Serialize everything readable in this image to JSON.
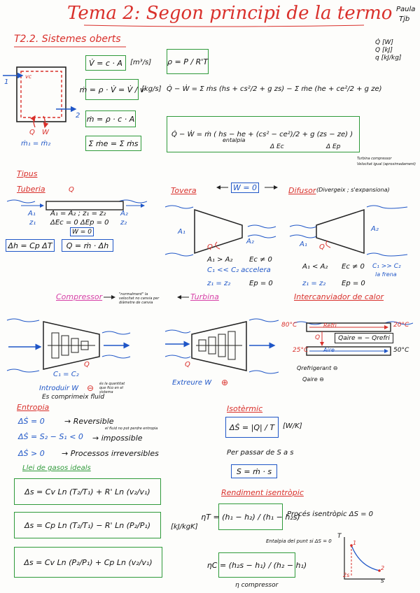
{
  "header": {
    "title": "Tema 2: Segon principi de la termo",
    "author_line1": "Paula",
    "author_line2": "Tjb"
  },
  "section_open": {
    "heading": "T2.2. Sistemes oberts",
    "units": [
      "Q̇ [W]",
      "Q [kJ]",
      "q [kJ/kg]"
    ],
    "diagram_labels": {
      "vc": "vc",
      "in": "1",
      "out": "2",
      "q": "Q",
      "w": "W",
      "mass": "ṁ₁ = ṁ₂"
    },
    "eq_flow": "V̇ = c · A",
    "eq_flow_unit": "[m³/s]",
    "eq_mass": "ṁ = ρ · V̇ = V̇ / v",
    "eq_mass_unit": "[kg/s]",
    "eq_mass2": "ṁ = ρ · c · A",
    "eq_balance": "Σ ṁe = Σ ṁs",
    "eq_density": "ρ = P / R'T",
    "eq_energy": "Q̇ − Ẇ = Σ ṁs (hs + cs²/2 + g zs) − Σ ṁe (he + ce²/2 + g ze)",
    "eq_energy2": "Q̇ − Ẇ = ṁ ( hs − he + (cs² − ce²)/2 + g (zs − ze) )",
    "eq_energy2_labels": [
      "entalpia",
      "Δ Ec",
      "Δ Ep"
    ],
    "note_turbine": "Turbina compressor",
    "note_adiabatic": "Velocitat igual (aproximadament)"
  },
  "tipus": {
    "heading": "Tipus",
    "tuberia": {
      "title": "Tuberia",
      "lines": [
        "A₁ = A₂ ; z₁ = z₂",
        "ΔEc = 0   ΔEp = 0"
      ],
      "labels": {
        "a1": "A₁",
        "z1": "z₁",
        "a2": "A₂",
        "z2": "z₂",
        "q": "Q"
      },
      "w": "W = 0",
      "eq1": "Δh = Cp ΔT",
      "eq2": "Q = ṁ · Δh"
    },
    "tovera": {
      "title": "Tovera",
      "labels": {
        "a1": "A₁",
        "a2": "A₂",
        "q": "Q"
      },
      "lines": [
        "A₁ > A₂",
        "C₁ << C₂ accelera",
        "z₁ = z₂"
      ],
      "ec": "Ec ≠ 0",
      "ep": "Ep = 0"
    },
    "w_zero": "W = 0",
    "difusor": {
      "title": "Difusor",
      "note": "(Divergeix ; s'expansiona)",
      "labels": {
        "a1": "A₁",
        "a2": "A₂",
        "q": "Q"
      },
      "lines": [
        "A₁ < A₂",
        "z₁ = z₂"
      ],
      "ec": "Ec ≠ 0",
      "ep": "Ep = 0",
      "c": "C₁ >> C₂",
      "c2": "la frena"
    },
    "compressor": {
      "title": "Compressor",
      "note": "\"normalment\" la velocitat no canvia per diàmetre de canvia",
      "labels": {
        "c": "C₁ = C₂",
        "q": "Q"
      },
      "intro": "Introduir W",
      "intro_note": "Es comprimeix fluid",
      "side_note": "és la quantitat que fico en el sistema"
    },
    "turbina": {
      "title": "Turbina",
      "labels": {
        "q": "Q"
      },
      "extract": "Extreure W"
    },
    "intercanviador": {
      "title": "Intercanviador de calor",
      "t_in_hot": "80°C",
      "t_out_hot": "20°C",
      "t_in_cold": "25°C",
      "t_out_cold": "50°C",
      "fluid1": "Refri",
      "fluid2": "Aire",
      "q": "Q",
      "eq": "Qaire = − Qrefri",
      "q1": "Qrefrigerant ⊖",
      "q2": "Qaire ⊖"
    }
  },
  "entropia": {
    "heading": "Entropia",
    "lines": [
      {
        "eq": "ΔṠ = 0",
        "text": "→ Reversible"
      },
      {
        "eq": "ΔṠ = S₂ − S₁ < 0",
        "text": "→ impossible",
        "note": "el fluid no pot perdre entropia"
      },
      {
        "eq": "ΔṠ > 0",
        "text": "→ Processos irreversibles"
      }
    ]
  },
  "isoterm": {
    "heading": "Isotèrmic",
    "eq": "ΔṠ = |Q| / T",
    "unit": "[W/K]",
    "note": "Per passar de S a s",
    "eq2": "S = ṁ · s"
  },
  "gasos": {
    "heading": "Llei de gasos ideals",
    "eqs": [
      "Δs = Cv Ln (T₂/T₁) + R' Ln (v₂/v₁)",
      "Δs = Cp Ln (T₂/T₁) − R' Ln (P₂/P₁)",
      "Δs = Cv Ln (P₂/P₁) + Cp Ln (v₂/v₁)"
    ],
    "unit": "[kJ/kgK]"
  },
  "rendiment": {
    "heading": "Rendiment isentròpic",
    "eta_t": "ηT = (h₁ − h₂) / (h₁ − h₂s)",
    "process": "Procés isentròpic ΔS = 0",
    "note": "Entalpia del punt si ΔS = 0",
    "eta_c": "ηC = (h₂s − h₁) / (h₂ − h₁)",
    "eta_c_note": "η compressor",
    "graph": {
      "x": "s",
      "y": "T",
      "p1": "1",
      "p2": "2",
      "p2s": "2s"
    }
  }
}
